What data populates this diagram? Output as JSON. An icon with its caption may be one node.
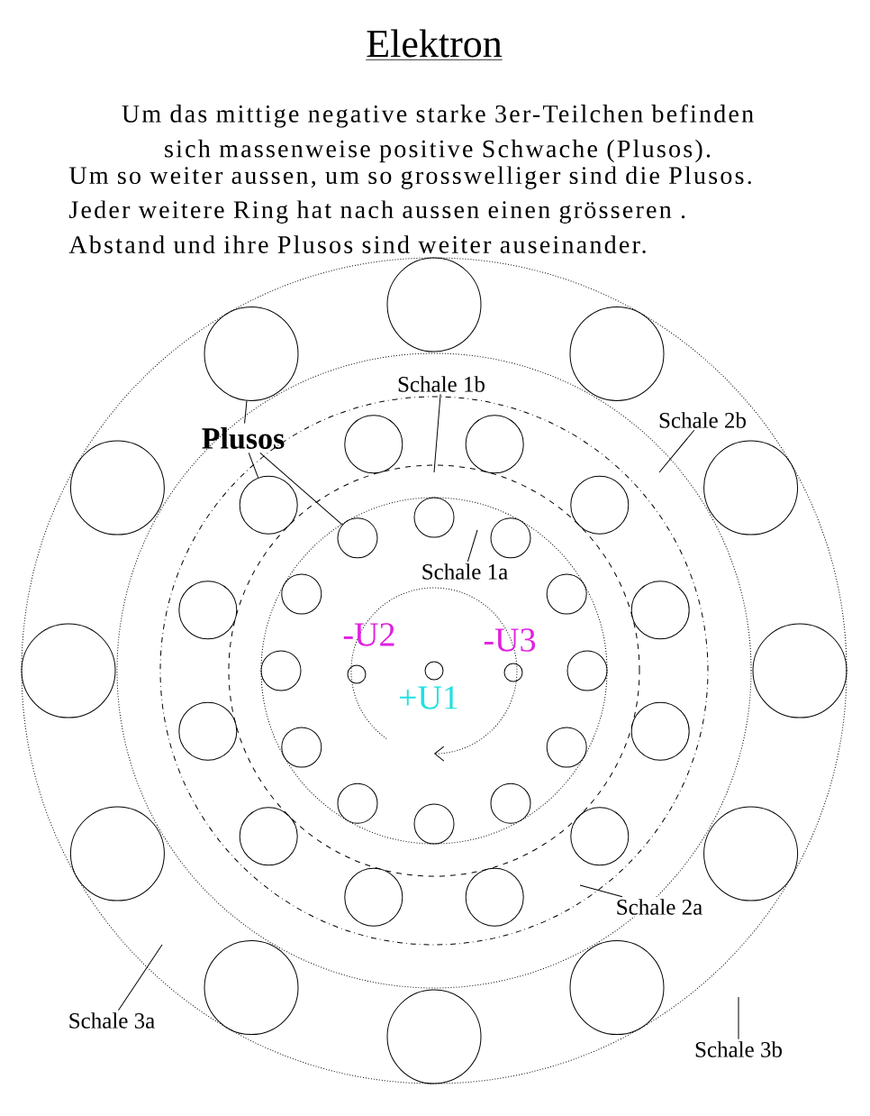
{
  "diagram": {
    "title": "Elektron",
    "nodes": [
      {
        "text": [
          "Plusos"
        ]
      },
      {
        "text": [],
        "shape": "circle"
      },
      {
        "text": [],
        "shape": "circle"
      },
      {
        "text": [],
        "shape": "circle"
      },
      {
        "text": [],
        "shape": "circle"
      },
      {
        "text": [],
        "shape": "circle"
      },
      {
        "text": [],
        "shape": "circle"
      },
      {
        "text": [],
        "shape": "circle"
      },
      {
        "text": [],
        "shape": "circle"
      },
      {
        "text": [],
        "shape": "circle"
      },
      {
        "text": [],
        "shape": "circle"
      },
      {
        "text": [],
        "shape": "circle"
      },
      {
        "text": [],
        "shape": "circle"
      },
      {
        "text": [],
        "shape": "circle"
      },
      {
        "text": [],
        "shape": "circle"
      },
      {
        "text": [],
        "shape": "circle"
      },
      {
        "text": [],
        "shape": "circle"
      },
      {
        "text": [],
        "shape": "circle"
      },
      {
        "text": [],
        "shape": "circle"
      },
      {
        "text": [],
        "shape": "circle"
      },
      {
        "text": [],
        "shape": "circle"
      },
      {
        "text": [],
        "shape": "circle"
      },
      {
        "text": [],
        "shape": "circle"
      },
      {
        "text": [],
        "shape": "circle"
      },
      {
        "text": [],
        "shape": "circle"
      },
      {
        "text": [],
        "shape": "circle"
      },
      {
        "text": [],
        "shape": "circle"
      },
      {
        "text": [],
        "shape": "circle"
      },
      {
        "text": [],
        "shape": "circle"
      },
      {
        "text": [],
        "shape": "circle"
      },
      {
        "text": [],
        "shape": "circle"
      },
      {
        "text": [],
        "shape": "circle"
      },
      {
        "text": [],
        "shape": "circle"
      },
      {
        "text": [],
        "shape": "circle"
      },
      {
        "text": [],
        "shape": "circle"
      },
      {
        "text": [],
        "shape": "circle"
      },
      {
        "text": [],
        "shape": "circle"
      },
      {
        "text": [
          "-U2"
        ]
      },
      {
        "text": [
          "+U1"
        ]
      },
      {
        "text": [
          "-U3"
        ]
      },
      {
        "text": [
          "Schale 1b"
        ]
      },
      {
        "text": [
          "Schale 2b"
        ]
      },
      {
        "text": [
          "Schale 1a"
        ]
      },
      {
        "text": [
          "Schale 2a"
        ]
      },
      {
        "text": [
          "Schale 3a"
        ]
      },
      {
        "text": [
          "Schale 3b"
        ]
      }
    ],
    "edges": [
      {
        "from": 0,
        "to": 12,
        "arrow": "none"
      },
      {
        "from": 0,
        "to": 23,
        "arrow": "none"
      },
      {
        "from": 0,
        "to": 36,
        "arrow": "none"
      },
      {
        "from": 40,
        "to": null,
        "arrow": "none"
      },
      {
        "from": 41,
        "to": null,
        "arrow": "none"
      },
      {
        "from": 42,
        "to": null,
        "arrow": "none"
      },
      {
        "from": 43,
        "to": null,
        "arrow": "none"
      },
      {
        "from": 44,
        "to": null,
        "arrow": "none"
      },
      {
        "from": 45,
        "to": null,
        "arrow": "none"
      }
    ],
    "labels": [
      "Um das mittige negative starke 3er-Teilchen befinden sich massenweise positive Schwache (Plusos).",
      "Um so weiter aussen, um so grosswelliger sind die Plusos.",
      "Jeder weitere Ring hat nach aussen einen grösseren . Abstand und ihre Plusos sind weiter auseinander."
    ]
  }
}
